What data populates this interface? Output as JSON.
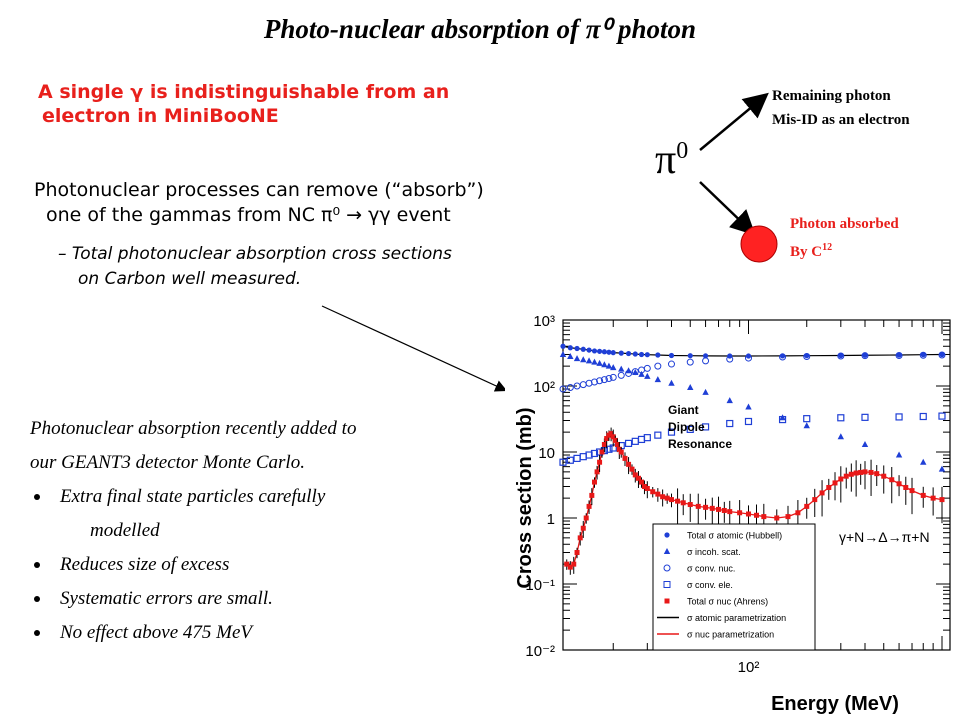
{
  "slide": {
    "title": "Photo-nuclear absorption of π⁰ photon",
    "red_note_line1": "A single γ is indistinguishable from an",
    "red_note_line2": "electron in MiniBooNE",
    "process_line1": "Photonuclear processes can remove (“absorb”)",
    "process_line2": "one of the gammas from NC π⁰ → γγ event",
    "sub_line1": "– Total photonuclear absorption cross sections",
    "sub_line2": "on Carbon well measured.",
    "desc_line1": "Photonuclear absorption recently added to",
    "desc_line2": "our GEANT3 detector Monte Carlo.",
    "bullet1_line1": "Extra final state particles carefully",
    "bullet1_line2": "modelled",
    "bullet2": "Reduces size of excess",
    "bullet3": "Systematic errors are small.",
    "bullet4": "No effect above 475 MeV"
  },
  "diagram": {
    "pi_label": "π",
    "pi_sup": "0",
    "remaining_line1": "Remaining photon",
    "remaining_line2": "Mis-ID as an electron",
    "absorbed_line1": "Photon absorbed",
    "absorbed_line2": "By C",
    "absorbed_sup": "12",
    "absorber_color": "#ff2222"
  },
  "chart_data": {
    "type": "scatter",
    "xlabel": "Energy (MeV)",
    "ylabel": "Cross section (mb)",
    "x_scale": "log",
    "y_scale": "log",
    "xlim": [
      11,
      1100
    ],
    "ylim": [
      0.01,
      1000
    ],
    "x_tick_labels": [
      "10²"
    ],
    "y_tick_labels": [
      "10⁻²",
      "10⁻¹",
      "1",
      "10",
      "10²",
      "10³"
    ],
    "annotations": [
      "Giant",
      "Dipole",
      "Resonance",
      "γ+N→Δ→π+N"
    ],
    "legend": [
      {
        "label": "Total σ atomic (Hubbell)",
        "marker": "filled-circle"
      },
      {
        "label": "σ incoh. scat.",
        "marker": "filled-triangle"
      },
      {
        "label": "σ conv. nuc.",
        "marker": "open-circle"
      },
      {
        "label": "σ conv. ele.",
        "marker": "open-square"
      },
      {
        "label": "Total σ nuc (Ahrens)",
        "marker": "filled-square"
      },
      {
        "label": "σ atomic parametrization",
        "marker": "black-line"
      },
      {
        "label": "σ nuc parametrization",
        "marker": "red-line"
      }
    ],
    "colors": {
      "blue": "#1f3fd6",
      "red": "#e81818",
      "black": "#000000"
    },
    "series": [
      {
        "name": "Total σ atomic (Hubbell)",
        "x": [
          11,
          12,
          13,
          14,
          15,
          16,
          17,
          18,
          19,
          20,
          22,
          24,
          26,
          28,
          30,
          34,
          40,
          50,
          60,
          80,
          100,
          150,
          200,
          300,
          400,
          600,
          800,
          1000
        ],
        "y": [
          400,
          380,
          370,
          360,
          350,
          340,
          335,
          330,
          325,
          320,
          315,
          310,
          305,
          300,
          298,
          295,
          290,
          288,
          286,
          285,
          285,
          286,
          288,
          290,
          292,
          295,
          298,
          300
        ]
      },
      {
        "name": "σ incoh. scat.",
        "x": [
          11,
          12,
          13,
          14,
          15,
          16,
          17,
          18,
          19,
          20,
          22,
          24,
          26,
          28,
          30,
          34,
          40,
          50,
          60,
          80,
          100,
          150,
          200,
          300,
          400,
          600,
          800,
          1000
        ],
        "y": [
          300,
          280,
          260,
          250,
          240,
          230,
          220,
          210,
          200,
          190,
          180,
          170,
          160,
          150,
          140,
          125,
          110,
          95,
          80,
          60,
          48,
          33,
          25,
          17,
          13,
          9,
          7,
          5.5
        ]
      },
      {
        "name": "σ conv. nuc.",
        "x": [
          11,
          12,
          13,
          14,
          15,
          16,
          17,
          18,
          19,
          20,
          22,
          24,
          26,
          28,
          30,
          34,
          40,
          50,
          60,
          80,
          100,
          150,
          200,
          300,
          400,
          600,
          800,
          1000
        ],
        "y": [
          90,
          95,
          100,
          105,
          110,
          115,
          120,
          125,
          130,
          135,
          145,
          155,
          165,
          175,
          185,
          200,
          215,
          230,
          240,
          255,
          265,
          275,
          280,
          285,
          288,
          290,
          292,
          295
        ]
      },
      {
        "name": "σ conv. ele.",
        "x": [
          11,
          12,
          13,
          14,
          15,
          16,
          17,
          18,
          19,
          20,
          22,
          24,
          26,
          28,
          30,
          34,
          40,
          50,
          60,
          80,
          100,
          150,
          200,
          300,
          400,
          600,
          800,
          1000
        ],
        "y": [
          7,
          7.5,
          8,
          8.5,
          9,
          9.5,
          10,
          10.5,
          11,
          11.5,
          12.5,
          13.5,
          14.5,
          15.5,
          16.5,
          18,
          20,
          22,
          24,
          27,
          29,
          31,
          32,
          33,
          33.5,
          34,
          34.5,
          35
        ]
      },
      {
        "name": "Total σ nuc (Ahrens)",
        "x": [
          11.5,
          12,
          12.5,
          13,
          13.5,
          14,
          14.5,
          15,
          15.5,
          16,
          16.5,
          17,
          17.5,
          18,
          18.5,
          19,
          19.5,
          20,
          20.5,
          21,
          21.5,
          22,
          23,
          24,
          25,
          26,
          27,
          28,
          29,
          30,
          32,
          34,
          36,
          38,
          40,
          43,
          46,
          50,
          55,
          60,
          65,
          70,
          75,
          80,
          90,
          100,
          110,
          120,
          140,
          160,
          180,
          200,
          220,
          240,
          260,
          280,
          300,
          320,
          340,
          360,
          380,
          400,
          430,
          460,
          500,
          550,
          600,
          650,
          700,
          800,
          900,
          1000
        ],
        "y": [
          0.2,
          0.18,
          0.2,
          0.3,
          0.5,
          0.7,
          1.0,
          1.5,
          2.2,
          3.5,
          5,
          7,
          10,
          13,
          16,
          18,
          19,
          17,
          15,
          13,
          11,
          10,
          8,
          6.5,
          5.5,
          4.5,
          4,
          3.5,
          3,
          2.8,
          2.5,
          2.3,
          2.1,
          2.0,
          1.9,
          1.8,
          1.7,
          1.6,
          1.5,
          1.45,
          1.4,
          1.35,
          1.3,
          1.25,
          1.2,
          1.15,
          1.1,
          1.05,
          1.0,
          1.05,
          1.2,
          1.5,
          1.9,
          2.4,
          2.9,
          3.4,
          3.9,
          4.3,
          4.6,
          4.8,
          4.9,
          5.0,
          4.9,
          4.7,
          4.3,
          3.8,
          3.3,
          2.9,
          2.6,
          2.2,
          2.0,
          1.9
        ]
      }
    ]
  }
}
